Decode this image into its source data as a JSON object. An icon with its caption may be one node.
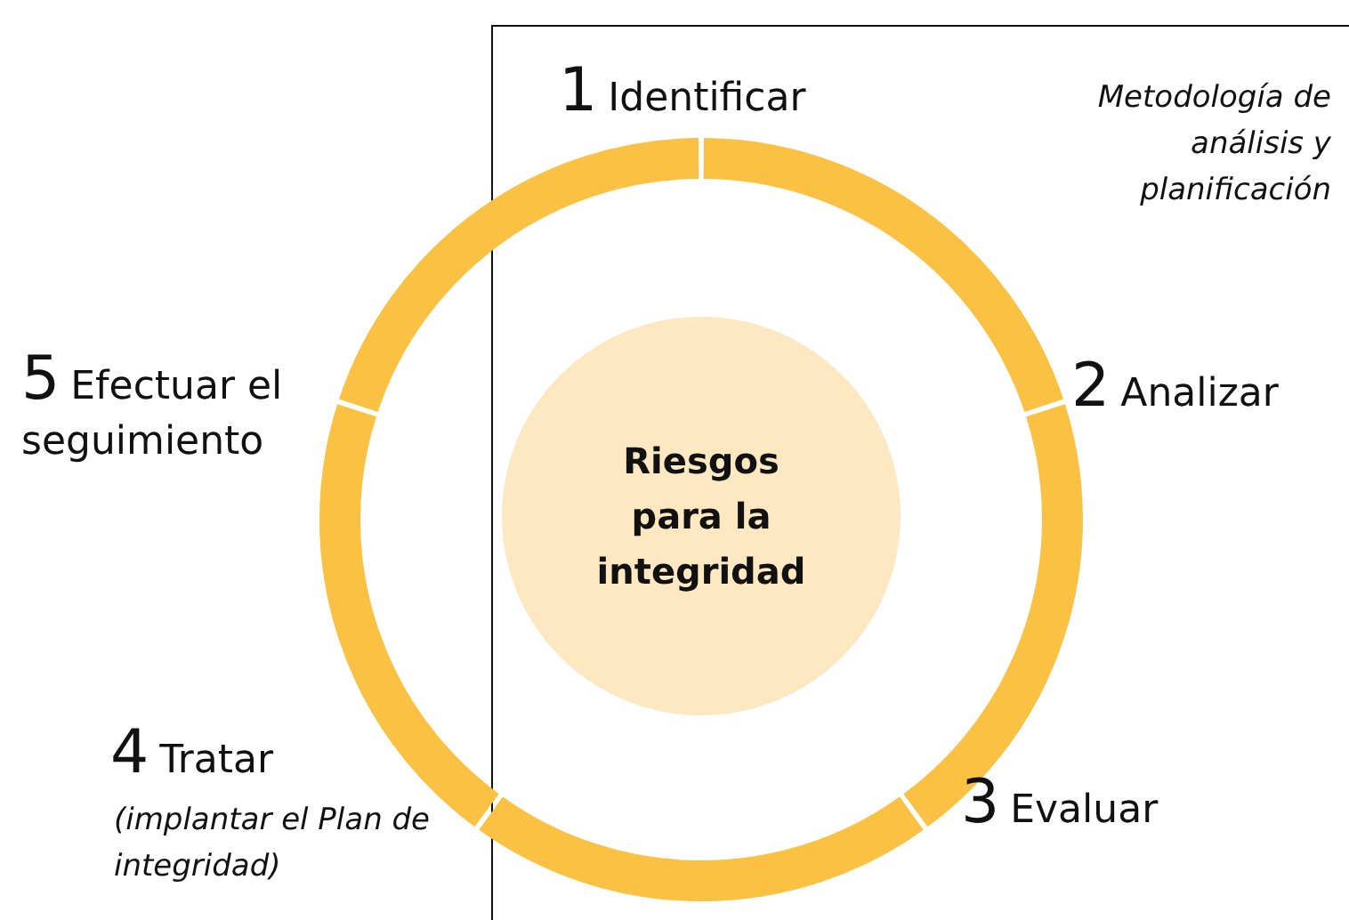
{
  "diagram": {
    "nodes": [
      {
        "text": [
          "Riesgos para la integridad"
        ]
      }
    ],
    "labels": [
      "1",
      "Identificar",
      "Metodología de análisis y planificación",
      "5",
      "Efectuar el seguimiento",
      "2",
      "Analizar",
      "4",
      "Tratar",
      "(implantar el Plan de integridad)",
      "3",
      "Evaluar"
    ]
  }
}
